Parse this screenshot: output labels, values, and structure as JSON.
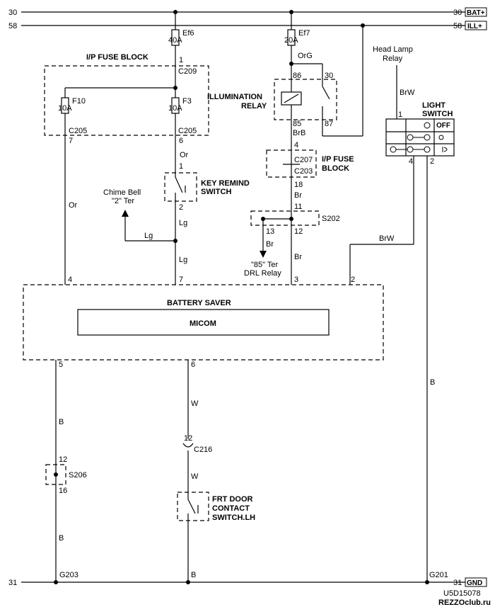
{
  "rails": {
    "bat": {
      "left": "30",
      "right": "30",
      "tag": "BAT+"
    },
    "ill": {
      "left": "58",
      "right": "58",
      "tag": "ILL+"
    },
    "gnd": {
      "left": "31",
      "right": "31",
      "tag": "GND"
    }
  },
  "fuse_block_top": {
    "title": "I/P FUSE BLOCK",
    "connector_in": "C209",
    "connector_out_left": "C205",
    "connector_out_right": "C205"
  },
  "fuses": {
    "ef6": {
      "name": "Ef6",
      "rating": "40A",
      "pin": "1"
    },
    "ef7": {
      "name": "Ef7",
      "rating": "20A"
    },
    "f10": {
      "name": "F10",
      "rating": "10A",
      "pin": "7"
    },
    "f3": {
      "name": "F3",
      "rating": "10A",
      "pin": "6"
    }
  },
  "relay": {
    "title_line1": "ILLUMINATION",
    "title_line2": "RELAY",
    "pin86": "86",
    "pin30": "30",
    "pin85": "85",
    "pin87": "87"
  },
  "fuse_block_mid": {
    "title_line1": "I/P FUSE",
    "title_line2": "BLOCK",
    "c207": "C207",
    "c203": "C203",
    "pin4": "4",
    "pin18": "18"
  },
  "key_switch": {
    "title_line1": "KEY REMIND",
    "title_line2": "SWITCH",
    "pin1": "1",
    "pin2": "2"
  },
  "chime": {
    "line1": "Chime Bell",
    "line2": "\"2\" Ter"
  },
  "splice_s202": {
    "name": "S202",
    "pin11": "11",
    "pin13": "13",
    "pin12": "12"
  },
  "drl": {
    "line1": "\"85\" Ter",
    "line2": "DRL Relay"
  },
  "headlamp": {
    "line1": "Head Lamp",
    "line2": "Relay"
  },
  "light_switch": {
    "title_line1": "LIGHT",
    "title_line2": "SWITCH",
    "pin1": "1",
    "pin4": "4",
    "pin2": "2",
    "off": "OFF"
  },
  "battery_saver": {
    "title": "BATTERY SAVER",
    "micom": "MICOM",
    "pin4": "4",
    "pin7": "7",
    "pin3": "3",
    "pin2": "2",
    "pin5": "5",
    "pin6": "6"
  },
  "c216": {
    "name": "C216",
    "pin": "12"
  },
  "door_switch": {
    "line1": "FRT DOOR",
    "line2": "CONTACT",
    "line3": "SWITCH.LH"
  },
  "splice_s206": {
    "name": "S206",
    "pin12": "12",
    "pin16": "16"
  },
  "grounds": {
    "g203": "G203",
    "g201": "G201"
  },
  "wires": {
    "org": "OrG",
    "brw_top": "BrW",
    "brb": "BrB",
    "or_left": "Or",
    "or_mid": "Or",
    "lg_top": "Lg",
    "lg_branch": "Lg",
    "lg_bottom": "Lg",
    "br1": "Br",
    "br2": "Br",
    "br3": "Br",
    "brw_mid": "BrW",
    "b_right": "B",
    "b_left1": "B",
    "b_left2": "B",
    "w1": "W",
    "w2": "W",
    "b_bottom": "B"
  },
  "footer": {
    "code": "U5D15078",
    "watermark": "REZZOclub.ru"
  }
}
